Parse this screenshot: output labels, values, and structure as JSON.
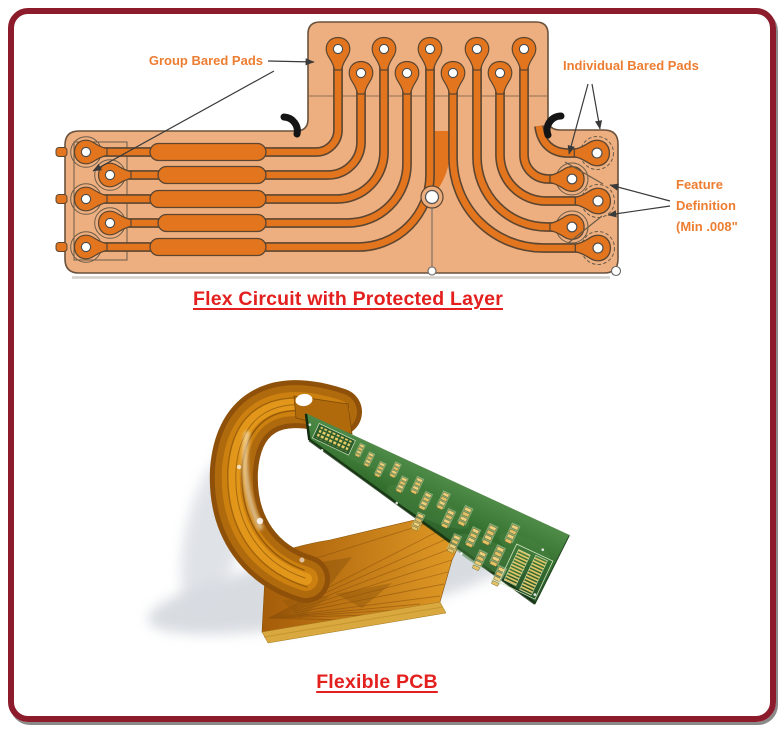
{
  "frame": {
    "border_color": "#8C1B2B"
  },
  "figure1": {
    "caption": "Flex Circuit with Protected Layer",
    "labels": {
      "group_bared_pads": "Group Bared Pads",
      "individual_bared_pads": "Individual Bared Pads",
      "feature_definition_lines": [
        "Feature",
        "Definition",
        "(Min .008\""
      ]
    },
    "colors": {
      "label_text": "#ED7D31",
      "caption_text": "#E3201E",
      "board_base": "#EDAF80",
      "copper_trace": "#E2751E",
      "trace_outline": "#5C4631"
    }
  },
  "figure2": {
    "caption": "Flexible PCB"
  }
}
